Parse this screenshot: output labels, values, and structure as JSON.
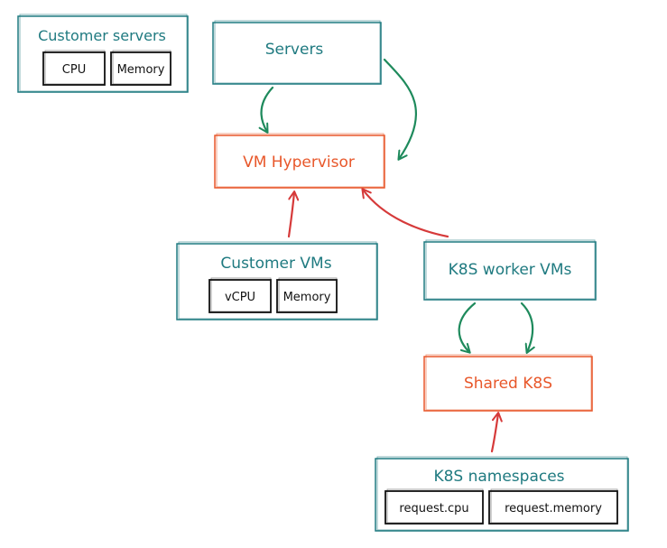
{
  "colors": {
    "teal": "#1f7a80",
    "orange": "#e8572a",
    "green": "#1e8a5c",
    "red": "#d63a3a",
    "ink": "#111111"
  },
  "nodes": {
    "customer_servers": {
      "title": "Customer servers",
      "chips": [
        "CPU",
        "Memory"
      ]
    },
    "servers": {
      "title": "Servers"
    },
    "vm_hypervisor": {
      "title": "VM Hypervisor"
    },
    "customer_vms": {
      "title": "Customer VMs",
      "chips": [
        "vCPU",
        "Memory"
      ]
    },
    "k8s_worker_vms": {
      "title": "K8S worker VMs"
    },
    "shared_k8s": {
      "title": "Shared K8S"
    },
    "k8s_namespaces": {
      "title": "K8S namespaces",
      "chips": [
        "request.cpu",
        "request.memory"
      ]
    }
  }
}
